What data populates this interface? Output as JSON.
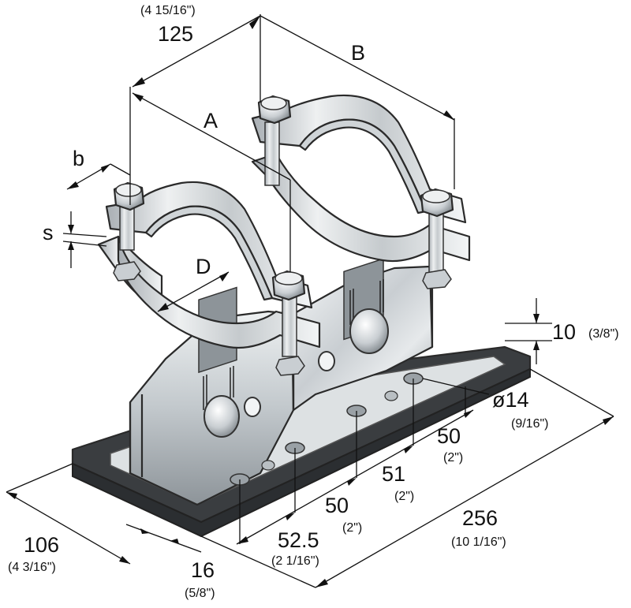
{
  "dimensions": {
    "width_mm": "125",
    "width_in": "(4 15/16\")",
    "label_b_upper": "B",
    "label_a": "A",
    "label_b_lower": "b",
    "label_s": "s",
    "label_d": "D",
    "height_mm": "10",
    "height_in": "(3/8\")",
    "hole_mm": "ø14",
    "hole_in": "(9/16\")",
    "pitch1_mm": "50",
    "pitch1_in": "(2\")",
    "pitch2_mm": "51",
    "pitch2_in": "(2\")",
    "pitch3_mm": "50",
    "pitch3_in": "(2\")",
    "offset_mm": "52.5",
    "offset_in": "(2 1/16\")",
    "length_mm": "256",
    "length_in": "(10 1/16\")",
    "depth_mm": "106",
    "depth_in": "(4 3/16\")",
    "edge_mm": "16",
    "edge_in": "(5/8\")"
  },
  "colors": {
    "base_plate": "#3a3d40",
    "steel_light": "#e9ecee",
    "steel_mid": "#c4c9cd",
    "steel_dark": "#8e959a",
    "line": "#111111"
  },
  "icons": [
    "bolt-icon",
    "pipe-clamp-icon",
    "nut-icon"
  ]
}
